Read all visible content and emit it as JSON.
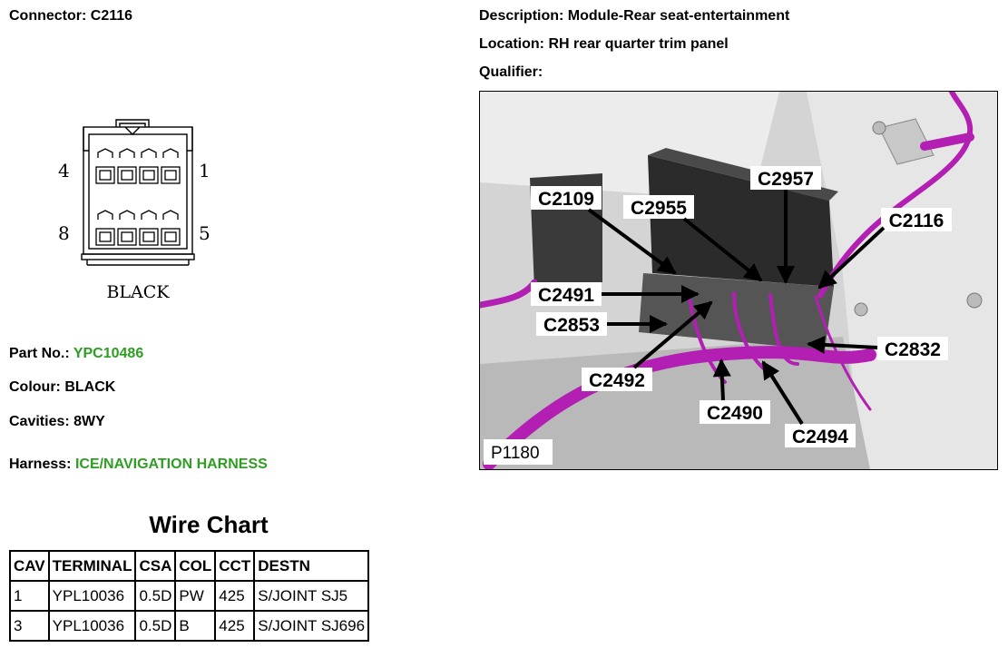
{
  "connector": {
    "label": "Connector:",
    "value": "C2116"
  },
  "description": {
    "label": "Description:",
    "value": "Module-Rear seat-entertainment"
  },
  "location": {
    "label": "Location:",
    "value": "RH rear quarter trim panel"
  },
  "qualifier": {
    "label": "Qualifier:",
    "value": ""
  },
  "connector_face": {
    "pin_labels": {
      "top_left": "4",
      "top_right": "1",
      "bottom_left": "8",
      "bottom_right": "5"
    },
    "colour_caption": "BLACK"
  },
  "part_no": {
    "label": "Part No.:",
    "value": "YPC10486"
  },
  "colour": {
    "label": "Colour:",
    "value": "BLACK"
  },
  "cavities": {
    "label": "Cavities:",
    "value": "8WY"
  },
  "harness": {
    "label": "Harness:",
    "value": "ICE/NAVIGATION HARNESS"
  },
  "wire_chart": {
    "title": "Wire Chart",
    "headers": [
      "CAV",
      "TERMINAL",
      "CSA",
      "COL",
      "CCT",
      "DESTN"
    ],
    "rows": [
      [
        "1",
        "YPL10036",
        "0.5D",
        "PW",
        "425",
        "S/JOINT SJ5"
      ],
      [
        "3",
        "YPL10036",
        "0.5D",
        "B",
        "425",
        "S/JOINT SJ696"
      ]
    ]
  },
  "location_photo": {
    "figure_id": "P1180",
    "callouts": [
      "C2109",
      "C2955",
      "C2957",
      "C2116",
      "C2491",
      "C2853",
      "C2832",
      "C2492",
      "C2490",
      "C2494"
    ]
  },
  "colors": {
    "green_text": "#2e9e22",
    "harness_magenta": "#b31fb3",
    "module_dark": "#2b2b2b"
  }
}
